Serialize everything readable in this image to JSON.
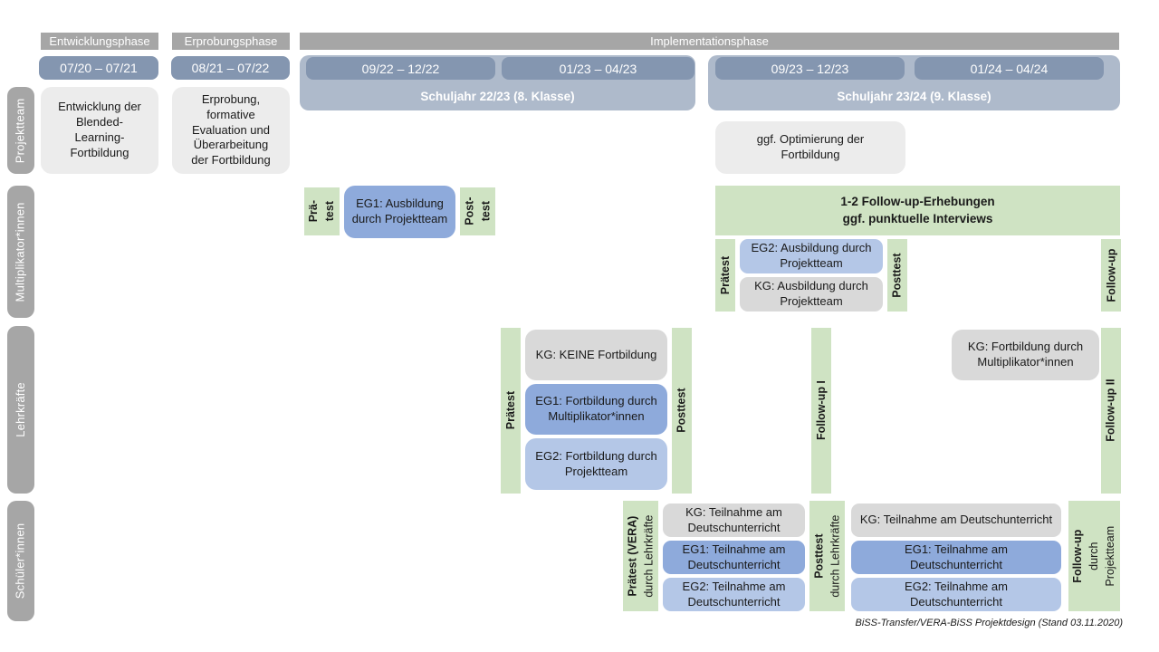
{
  "caption": "BiSS-Transfer/VERA-BiSS Projektdesign (Stand 03.11.2020)",
  "colors": {
    "phase_bar_gray": "#a6a6a6",
    "date_bar_blue": "#8496b0",
    "schuljahr_container_blue": "#aebacb",
    "row_label_gray": "#a6a6a6",
    "box_light_gray": "#ececec",
    "box_kg_gray": "#d9d9d9",
    "box_eg1_blue": "#8eaadb",
    "box_eg2_blue": "#b4c7e7",
    "test_green": "#cfe3c3"
  },
  "header": {
    "phase1": "Entwicklungsphase",
    "phase2": "Erprobungsphase",
    "phase3": "Implementationsphase",
    "date1": "07/20 – 07/21",
    "date2": "08/21 – 07/22",
    "sj1": {
      "date1": "09/22 – 12/22",
      "date2": "01/23 – 04/23",
      "label": "Schuljahr 22/23 (8. Klasse)"
    },
    "sj2": {
      "date1": "09/23 – 12/23",
      "date2": "01/24 – 04/24",
      "label": "Schuljahr 23/24 (9. Klasse)"
    }
  },
  "rows": {
    "projektteam": {
      "label": "Projektteam",
      "entwicklung": "Entwicklung der Blended-Learning-Fortbildung",
      "erprobung": "Erprobung, formative Evaluation und Überarbeitung der Fortbildung",
      "optimierung": "ggf. Optimierung der Fortbildung"
    },
    "multiplikatoren": {
      "label": "Multiplikator*innen",
      "praetest_l1": "Prä-",
      "praetest_l2": "test",
      "eg1": "EG1: Ausbildung durch Projektteam",
      "posttest_l1": "Post-",
      "posttest_l2": "test",
      "followup_box_l1": "1-2 Follow-up-Erhebungen",
      "followup_box_l2": "ggf. punktuelle Interviews",
      "praetest2": "Prätest",
      "eg2": "EG2: Ausbildung durch Projektteam",
      "kg": "KG: Ausbildung durch Projektteam",
      "posttest2": "Posttest",
      "followup": "Follow-up"
    },
    "lehrkraefte": {
      "label": "Lehrkräfte",
      "praetest": "Prätest",
      "kg": "KG: KEINE Fortbildung",
      "eg1": "EG1: Fortbildung durch Multiplikator*innen",
      "eg2": "EG2: Fortbildung durch Projektteam",
      "posttest": "Posttest",
      "followup1": "Follow-up I",
      "kg2": "KG: Fortbildung durch Multiplikator*innen",
      "followup2": "Follow-up II"
    },
    "schueler": {
      "label": "Schüler*innen",
      "praetest_l1": "Prätest (VERA)",
      "praetest_l2": "durch Lehrkräfte",
      "kg1": "KG: Teilnahme am Deutschunterricht",
      "eg1_1": "EG1: Teilnahme am Deutschunterricht",
      "eg2_1": "EG2: Teilnahme am Deutschunterricht",
      "posttest_l1": "Posttest",
      "posttest_l2": "durch Lehrkräfte",
      "kg2": "KG: Teilnahme am Deutschunterricht",
      "eg1_2": "EG1: Teilnahme am Deutschunterricht",
      "eg2_2": "EG2: Teilnahme am Deutschunterricht",
      "followup_l1": "Follow-up",
      "followup_l2": "durch",
      "followup_l3": "Projektteam"
    }
  }
}
